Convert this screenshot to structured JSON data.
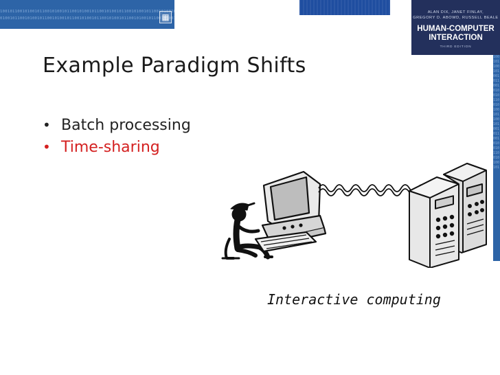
{
  "header": {
    "binary_line_1": "100101100101001011001010010110010100101100101001011001010010110010100101",
    "binary_line_2": "010010110010100101100101001011001010010110010100101100101001011001010010",
    "colors": {
      "band": "#2d64a7",
      "cover": "#23305c"
    }
  },
  "book_cover": {
    "authors_line_1": "ALAN DIX, JANET FINLAY,",
    "authors_line_2": "GREGORY D. ABOWD, RUSSELL BEALE",
    "title_line_1": "HUMAN-COMPUTER",
    "title_line_2": "INTERACTION",
    "edition": "THIRD EDITION"
  },
  "slide": {
    "title": "Example Paradigm Shifts",
    "bullets": [
      {
        "text": "Batch processing",
        "color": "#222222"
      },
      {
        "text": "Time-sharing",
        "color": "#d42020"
      }
    ],
    "bullet_symbol": "•",
    "caption": "Interactive computing"
  },
  "illustration": {
    "icons": [
      "person-at-terminal-icon",
      "computer-terminal-icon",
      "coiled-cable-icon",
      "mainframe-cabinet-icon"
    ]
  }
}
